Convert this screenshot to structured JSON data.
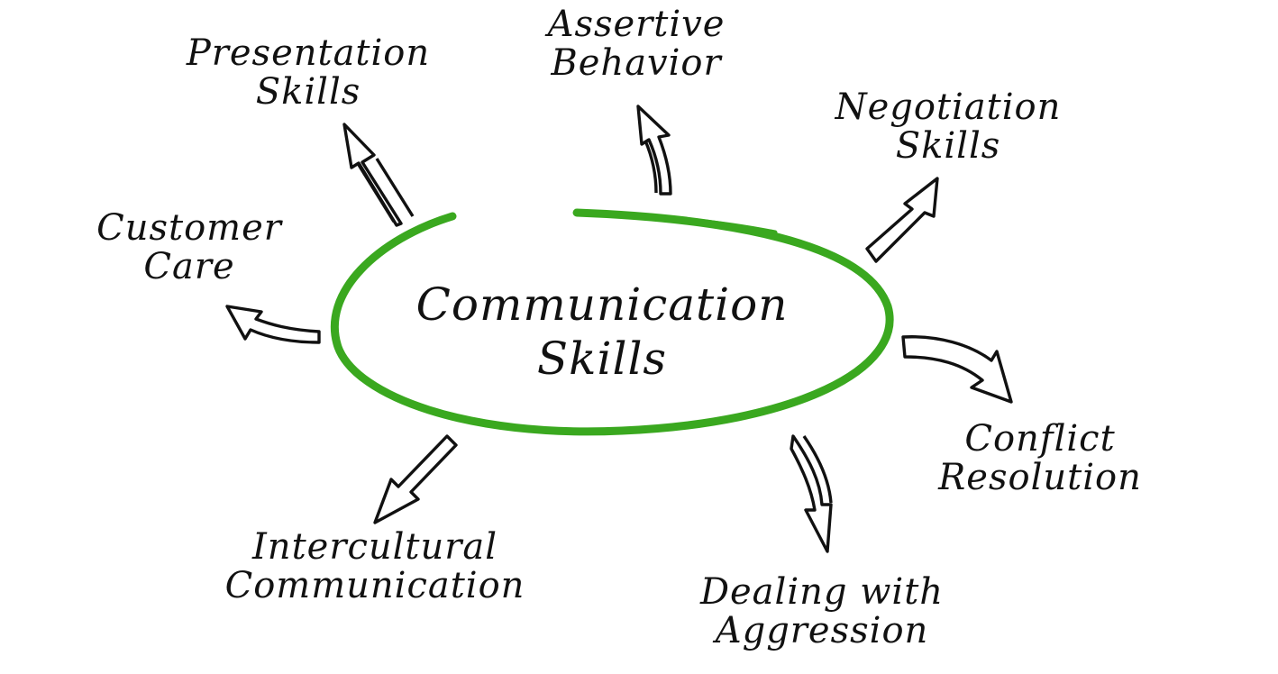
{
  "diagram": {
    "center": {
      "lines": [
        "Communication",
        "Skills"
      ],
      "ellipse_color": "#3aa81f"
    },
    "nodes": [
      {
        "id": "presentation-skills",
        "lines": [
          "Presentation",
          "Skills"
        ]
      },
      {
        "id": "assertive-behavior",
        "lines": [
          "Assertive",
          "Behavior"
        ]
      },
      {
        "id": "negotiation-skills",
        "lines": [
          "Negotiation",
          "Skills"
        ]
      },
      {
        "id": "customer-care",
        "lines": [
          "Customer",
          "Care"
        ]
      },
      {
        "id": "conflict-resolution",
        "lines": [
          "Conflict",
          "Resolution"
        ]
      },
      {
        "id": "intercultural-communication",
        "lines": [
          "Intercultural",
          "Communication"
        ]
      },
      {
        "id": "dealing-with-aggression",
        "lines": [
          "Dealing with",
          "Aggression"
        ]
      }
    ],
    "colors": {
      "background": "#ffffff",
      "text": "#111111",
      "arrow_stroke": "#111111",
      "ellipse": "#3aa81f"
    }
  }
}
